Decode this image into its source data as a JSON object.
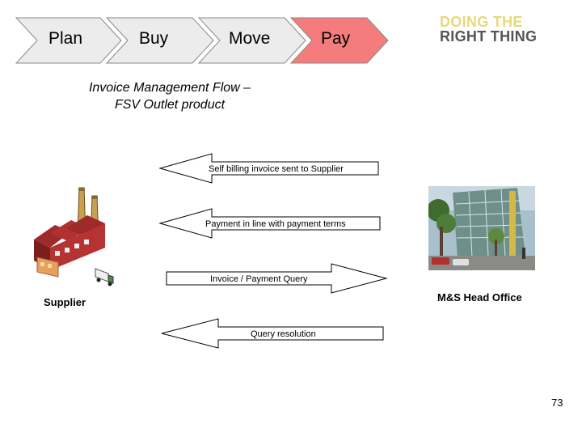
{
  "header": {
    "steps": [
      {
        "label": "Plan",
        "fill": "#ececec"
      },
      {
        "label": "Buy",
        "fill": "#ececec"
      },
      {
        "label": "Move",
        "fill": "#ececec"
      },
      {
        "label": "Pay",
        "fill": "#f47c7c"
      }
    ]
  },
  "logo": {
    "line1": "DOING THE",
    "line2": "RIGHT THING"
  },
  "title": {
    "line1": "Invoice Management Flow –",
    "line2": "FSV Outlet product"
  },
  "flows": [
    {
      "label": "Self billing invoice sent to Supplier",
      "direction": "left"
    },
    {
      "label": "Payment in line with payment terms",
      "direction": "left"
    },
    {
      "label": "Invoice / Payment Query",
      "direction": "right"
    },
    {
      "label": "Query resolution",
      "direction": "left"
    }
  ],
  "parties": {
    "supplier": "Supplier",
    "head_office": "M&S Head Office"
  },
  "page_number": "73"
}
